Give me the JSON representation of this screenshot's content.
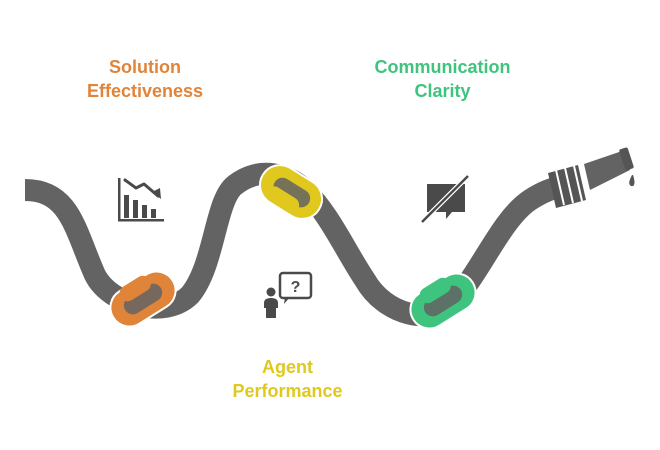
{
  "colors": {
    "hose": "#636363",
    "hose_dark": "#4a4a4a",
    "orange": "#E0843A",
    "yellow": "#E0C81E",
    "green": "#3EC47E",
    "icon": "#4a4a4a"
  },
  "steps": [
    {
      "title": "Solution\nEffectiveness",
      "color": "#E0843A",
      "icon": "chart-decrease-icon"
    },
    {
      "title": "Communication\nClarity",
      "color": "#3EC47E",
      "icon": "speech-bubble-off-icon"
    },
    {
      "title": "Agent\nPerformance",
      "color": "#E0C81E",
      "icon": "person-question-icon"
    }
  ]
}
